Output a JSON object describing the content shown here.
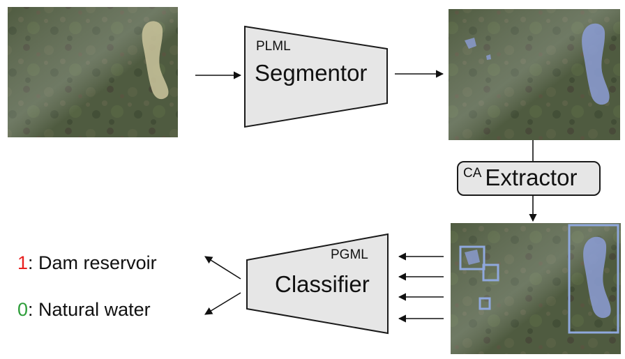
{
  "segmentor": {
    "prefix": "PLML",
    "name": "Segmentor"
  },
  "extractor": {
    "prefix": "CA",
    "name": "Extractor"
  },
  "classifier": {
    "prefix": "PGML",
    "name": "Classifier"
  },
  "outputs": [
    {
      "code": "1",
      "sep": ": ",
      "label": "Dam reservoir",
      "color": "#e8201f"
    },
    {
      "code": "0",
      "sep": ": ",
      "label": "Natural water",
      "color": "#2e9e3a"
    }
  ],
  "colors": {
    "block_fill": "#e6e6e6",
    "block_stroke": "#1a1a1a",
    "water_raw": "#c9c39a",
    "water_mask": "#8c9ed6",
    "bbox_stroke": "#8fa8dd",
    "terrain": "#4d5a3e"
  },
  "images": [
    {
      "name": "input-satellite-image",
      "desc_icon": "satellite-tile"
    },
    {
      "name": "segmented-satellite-image",
      "desc_icon": "satellite-tile"
    },
    {
      "name": "extracted-regions-image",
      "desc_icon": "satellite-tile"
    }
  ]
}
